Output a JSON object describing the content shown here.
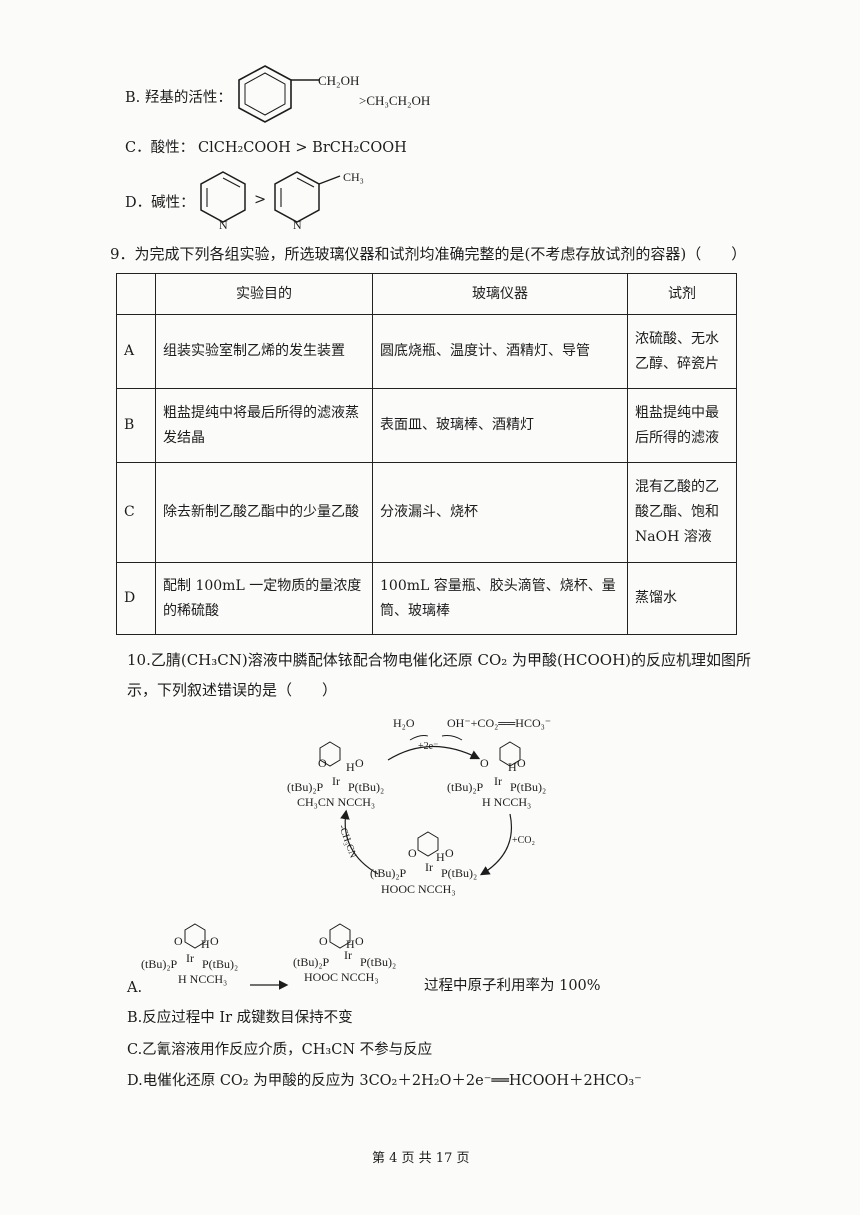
{
  "q8": {
    "b_label": "B. 羟基的活性：",
    "b_sub1": "CH₂OH",
    "b_sub2": ">CH₃CH₂OH",
    "c_label": "C．酸性：",
    "c_text": "ClCH₂COOH > BrCH₂COOH",
    "d_label": "D．碱性：",
    "d_gt": ">",
    "d_n": "N",
    "d_ch3": "CH₃"
  },
  "q9": {
    "stem": "9．为完成下列各组实验，所选玻璃仪器和试剂均准确完整的是(不考虑存放试剂的容器)（　　）",
    "headers": [
      "",
      "实验目的",
      "玻璃仪器",
      "试剂"
    ],
    "rows": [
      {
        "opt": "A",
        "purpose": "组装实验室制乙烯的发生装置",
        "glass": "圆底烧瓶、温度计、酒精灯、导管",
        "reagent": "浓硫酸、无水乙醇、碎瓷片"
      },
      {
        "opt": "B",
        "purpose": "粗盐提纯中将最后所得的滤液蒸发结晶",
        "glass": "表面皿、玻璃棒、酒精灯",
        "reagent": "粗盐提纯中最后所得的滤液"
      },
      {
        "opt": "C",
        "purpose": "除去新制乙酸乙酯中的少量乙酸",
        "glass": "分液漏斗、烧杯",
        "reagent": "混有乙酸的乙酸乙酯、饱和NaOH 溶液"
      },
      {
        "opt": "D",
        "purpose": "配制 100mL 一定物质的量浓度的稀硫酸",
        "glass": "100mL 容量瓶、胶头滴管、烧杯、量筒、玻璃棒",
        "reagent": "蒸馏水"
      }
    ]
  },
  "q10": {
    "stem1": "10.乙腈(CH₃CN)溶液中膦配体铱配合物电催化还原 CO₂ 为甲酸(HCOOH)的反应机理如图所",
    "stem2": "示，下列叙述错误的是（　　）",
    "diagram": {
      "h2o": "H₂O",
      "top_products": "OH⁻+CO₂══HCO₃⁻",
      "plus2e": "+2e⁻",
      "plusco2": "+CO₂",
      "minusch3cn": "-CH₃CN",
      "ptbu_l": "(tBu)₂P",
      "ptbu_r": "P(tBu)₂",
      "ir": "Ir",
      "o": "O",
      "h": "H",
      "c1_bottom": "CH₃CN NCCH₃",
      "c2_bottom": "H  NCCH₃",
      "c3_bottom": "HOOC NCCH₃"
    },
    "optA_prefix": "A.",
    "optA_text": "过程中原子利用率为 100%",
    "optB": "B.反应过程中 Ir 成键数目保持不变",
    "optC": "C.乙氰溶液用作反应介质，CH₃CN 不参与反应",
    "optD": "D.电催化还原 CO₂ 为甲酸的反应为 3CO₂＋2H₂O＋2e⁻══HCOOH＋2HCO₃⁻"
  },
  "footer": "第 4 页 共 17 页"
}
